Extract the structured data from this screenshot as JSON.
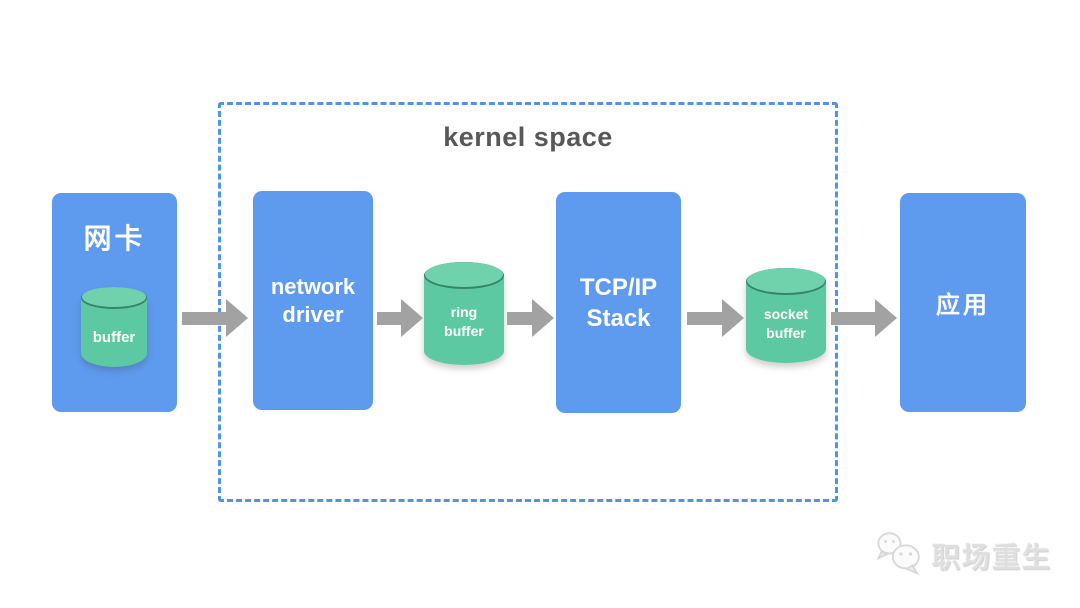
{
  "colors": {
    "box_blue": "#5E9BEF",
    "cylinder_green": "#5CC9A2",
    "cylinder_green_top": "#70D1AD",
    "cylinder_edge_dark": "#35836B",
    "arrow_gray": "#A2A2A2",
    "kernel_border_blue": "#4E95E8",
    "kernel_label_gray": "#58585A",
    "watermark_gray": "#DFDFDF"
  },
  "diagram": {
    "kernel_space_label": "kernel space",
    "nodes": {
      "nic": {
        "label": "网卡"
      },
      "nic_buffer": {
        "label": "buffer"
      },
      "network_driver": {
        "line1": "network",
        "line2": "driver"
      },
      "ring_buffer": {
        "line1": "ring",
        "line2": "buffer"
      },
      "tcpip_stack": {
        "line1": "TCP/IP",
        "line2": "Stack"
      },
      "socket_buffer": {
        "line1": "socket",
        "line2": "buffer"
      },
      "app": {
        "label": "应用"
      }
    },
    "flow": [
      "网卡 → network driver",
      "network driver → ring buffer",
      "ring buffer → TCP/IP Stack",
      "TCP/IP Stack → socket buffer",
      "socket buffer → 应用"
    ]
  },
  "watermark": {
    "icon": "wechat-icon",
    "text": "职场重生"
  }
}
